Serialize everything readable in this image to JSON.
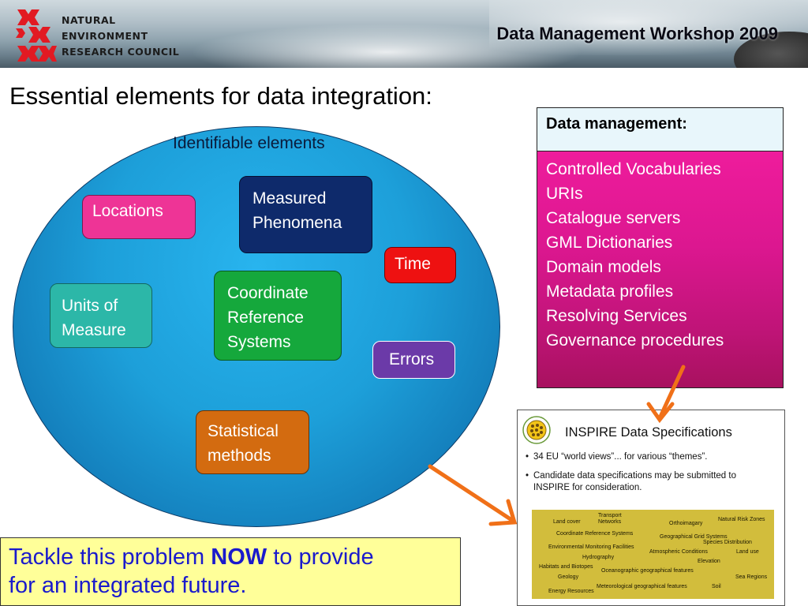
{
  "header": {
    "org_lines": [
      "NATURAL",
      "ENVIRONMENT",
      "RESEARCH COUNCIL"
    ],
    "title": "Data Management Workshop 2009"
  },
  "heading": "Essential elements for data integration:",
  "ellipse": {
    "label": "Identifiable elements",
    "boxes": {
      "locations": [
        "Locations"
      ],
      "measured": [
        "Measured",
        "Phenomena"
      ],
      "time": [
        "Time"
      ],
      "units": [
        "Units of",
        "Measure"
      ],
      "crs": [
        "Coordinate",
        "Reference",
        "Systems"
      ],
      "errors": [
        "Errors"
      ],
      "stat": [
        "Statistical",
        "methods"
      ]
    }
  },
  "data_management": {
    "title": "Data management:",
    "items": [
      "Controlled Vocabularies",
      "URIs",
      "Catalogue servers",
      "GML Dictionaries",
      "Domain models",
      "Metadata profiles",
      "Resolving Services",
      "Governance procedures"
    ]
  },
  "inspire": {
    "title": "INSPIRE Data Specifications",
    "bullets": [
      "34 EU “world views”... for various “themes”.",
      "Candidate data specifications  may be submitted to INSPIRE for consideration."
    ],
    "themes": [
      "Land cover",
      "Transport",
      "Networks",
      "Natural Risk Zones",
      "Orthoimagary",
      "Coordinate Reference Systems",
      "Geographical Grid Systems",
      "Species Distribution",
      "Environmental Monitoring Facilities",
      "Atmospheric Conditions",
      "Land use",
      "Hydrography",
      "Elevation",
      "Habitats and Biotopes",
      "Oceanographic geographical features",
      "Geology",
      "Sea Regions",
      "Meteorological geographical features",
      "Soil",
      "Energy Resources"
    ]
  },
  "footer": {
    "part1": "Tackle this problem ",
    "bold": "NOW",
    "part2": " to provide",
    "line2": "for an integrated future."
  },
  "colors": {
    "locations": "#ee3496",
    "measured": "#0e2a6b",
    "time": "#ee1111",
    "units": "#2cb7a8",
    "crs": "#15a83c",
    "errors": "#6b3aa8",
    "stat": "#d36b10",
    "arrow": "#f07018"
  }
}
